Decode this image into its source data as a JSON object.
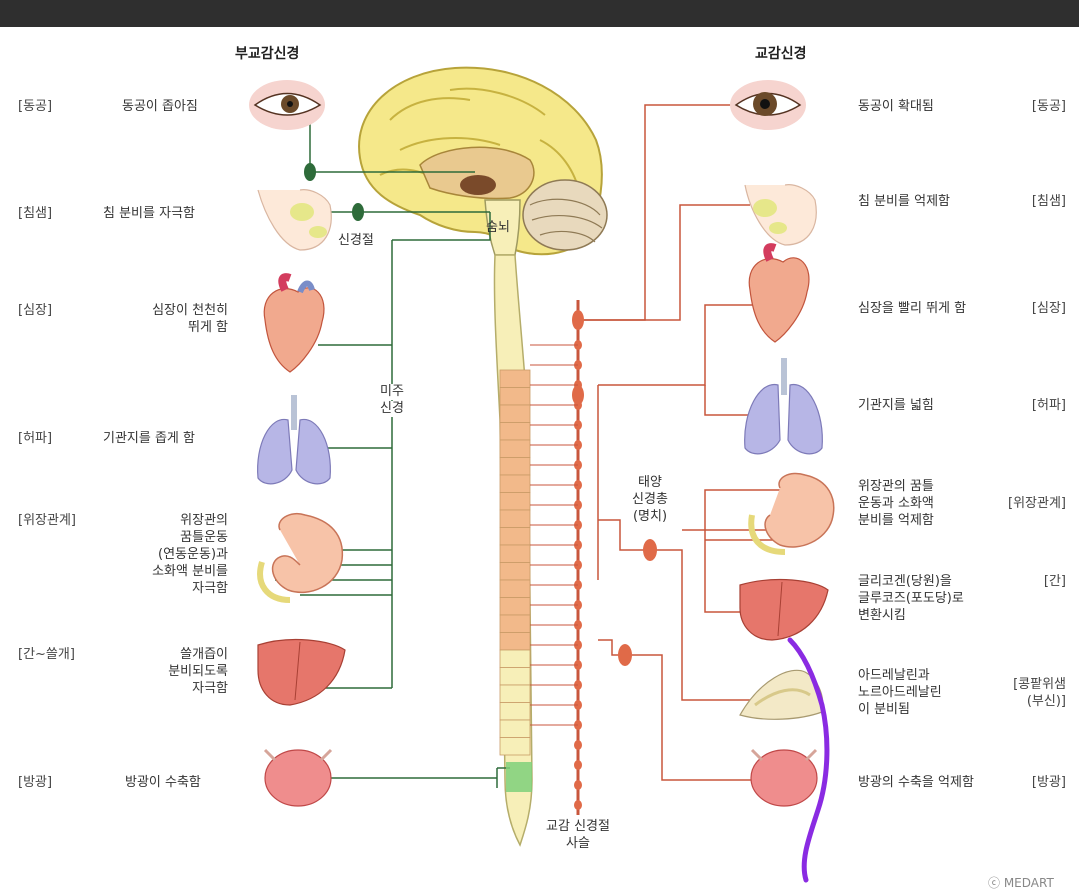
{
  "header": {
    "parasympathetic": "부교감신경",
    "sympathetic": "교감신경"
  },
  "left_tags": [
    "[동공]",
    "[침샘]",
    "[심장]",
    "[허파]",
    "[위장관계]",
    "[간~쓸개]",
    "[방광]"
  ],
  "left_effects": {
    "pupil": "동공이 좁아짐",
    "saliva": "침 분비를 자극함",
    "heart1": "심장이 천천히",
    "heart2": "뛰게 함",
    "lung": "기관지를 좁게 함",
    "gi1": "위장관의",
    "gi2": "꿈틀운동",
    "gi3": "(연동운동)과",
    "gi4": "소화액 분비를",
    "gi5": "자극함",
    "liver1": "쓸개즙이",
    "liver2": "분비되도록",
    "liver3": "자극함",
    "bladder": "방광이 수축함"
  },
  "right_effects": {
    "pupil": "동공이 확대됨",
    "saliva": "침 분비를 억제함",
    "heart": "심장을 빨리 뛰게 함",
    "lung": "기관지를 넓힘",
    "gi1": "위장관의 꿈틀",
    "gi2": "운동과 소화액",
    "gi3": "분비를 억제함",
    "liver1": "글리코겐(당원)을",
    "liver2": "글루코즈(포도당)로",
    "liver3": "변환시킴",
    "adrenal1": "아드레날린과",
    "adrenal2": "노르아드레날린",
    "adrenal3": "이 분비됨",
    "bladder": "방광의 수축을 억제함"
  },
  "right_tags": {
    "pupil": "[동공]",
    "saliva": "[침샘]",
    "heart": "[심장]",
    "lung": "[허파]",
    "gi": "[위장관계]",
    "liver": "[간]",
    "adrenal1": "[콩팥위샘",
    "adrenal2": "(부신)]",
    "bladder": "[방광]"
  },
  "center_labels": {
    "ganglion": "신경절",
    "medulla": "숨뇌",
    "vagus1": "미주",
    "vagus2": "신경",
    "solar1": "태양",
    "solar2": "신경총",
    "solar3": "(명치)",
    "chain1": "교감 신경절",
    "chain2": "사슬"
  },
  "credit": "ⓒ MEDART",
  "colors": {
    "parasympathetic_line": "#2e6b3a",
    "sympathetic_line": "#c8563c",
    "spinal_cord": "#f7efb8",
    "spinal_segment": "#f2b98a",
    "annotation_stroke": "#8a2be2"
  }
}
